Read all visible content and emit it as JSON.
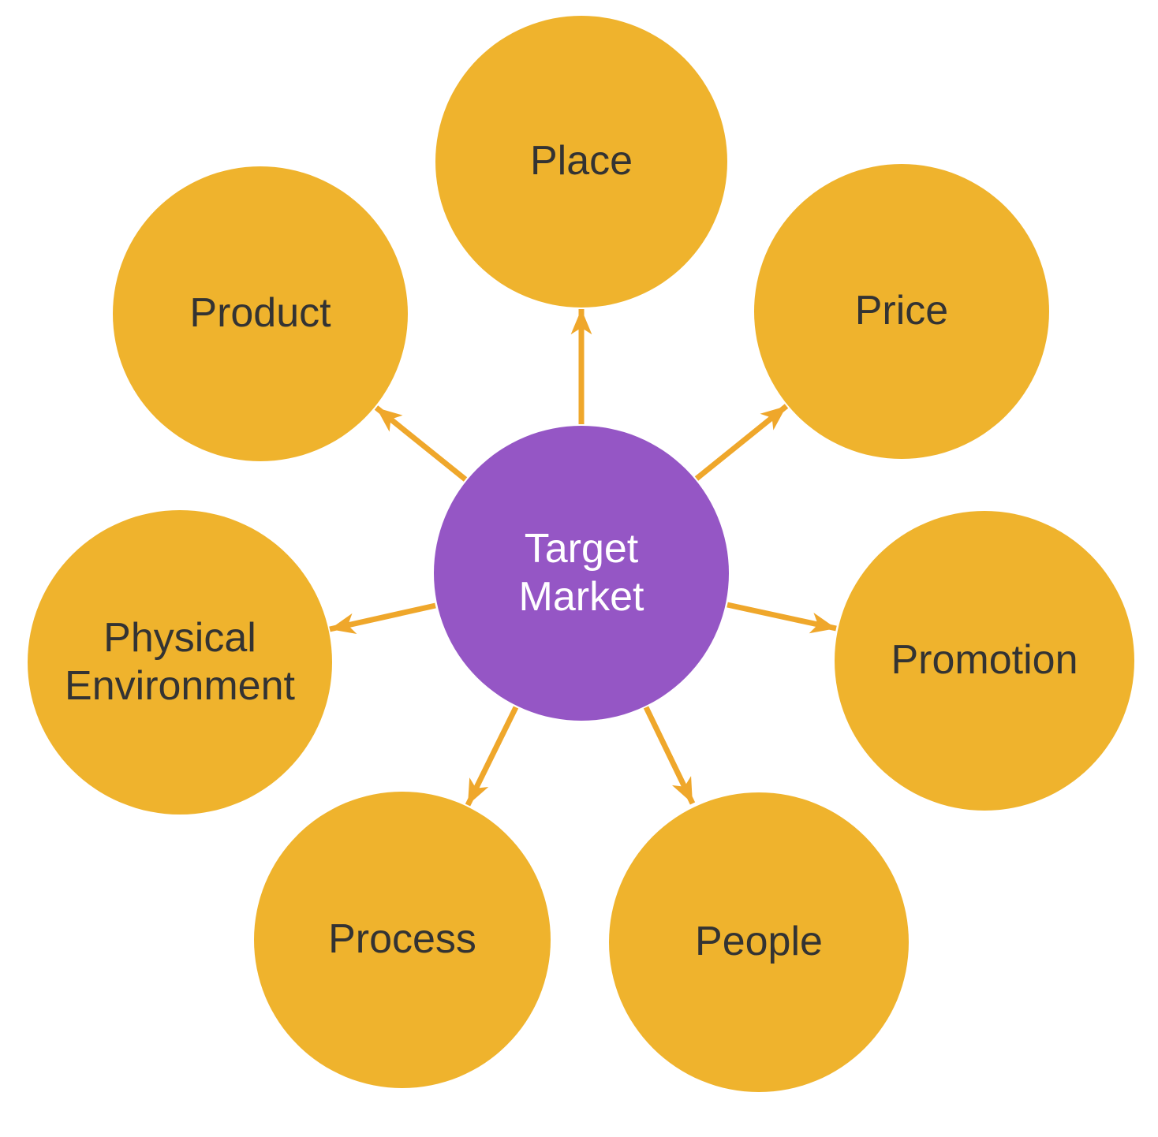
{
  "diagram": {
    "type": "radial-marketing-mix",
    "center": {
      "id": "target-market",
      "label": "Target Market"
    },
    "nodes": [
      {
        "id": "place",
        "label": "Place"
      },
      {
        "id": "product",
        "label": "Product"
      },
      {
        "id": "price",
        "label": "Price"
      },
      {
        "id": "physical-environment",
        "label": "Physical Environment"
      },
      {
        "id": "promotion",
        "label": "Promotion"
      },
      {
        "id": "process",
        "label": "Process"
      },
      {
        "id": "people",
        "label": "People"
      }
    ],
    "connectors": [
      {
        "from": "target-market",
        "to": "place"
      },
      {
        "from": "target-market",
        "to": "product"
      },
      {
        "from": "target-market",
        "to": "price"
      },
      {
        "from": "target-market",
        "to": "physical-environment"
      },
      {
        "from": "target-market",
        "to": "promotion"
      },
      {
        "from": "target-market",
        "to": "process"
      },
      {
        "from": "target-market",
        "to": "people"
      }
    ],
    "colors": {
      "node_fill": "#EFB32D",
      "center_fill": "#9556C5",
      "arrow": "#EFA72B",
      "node_text": "#333333",
      "center_text": "#FFFFFF",
      "background": "#FFFFFF"
    }
  }
}
